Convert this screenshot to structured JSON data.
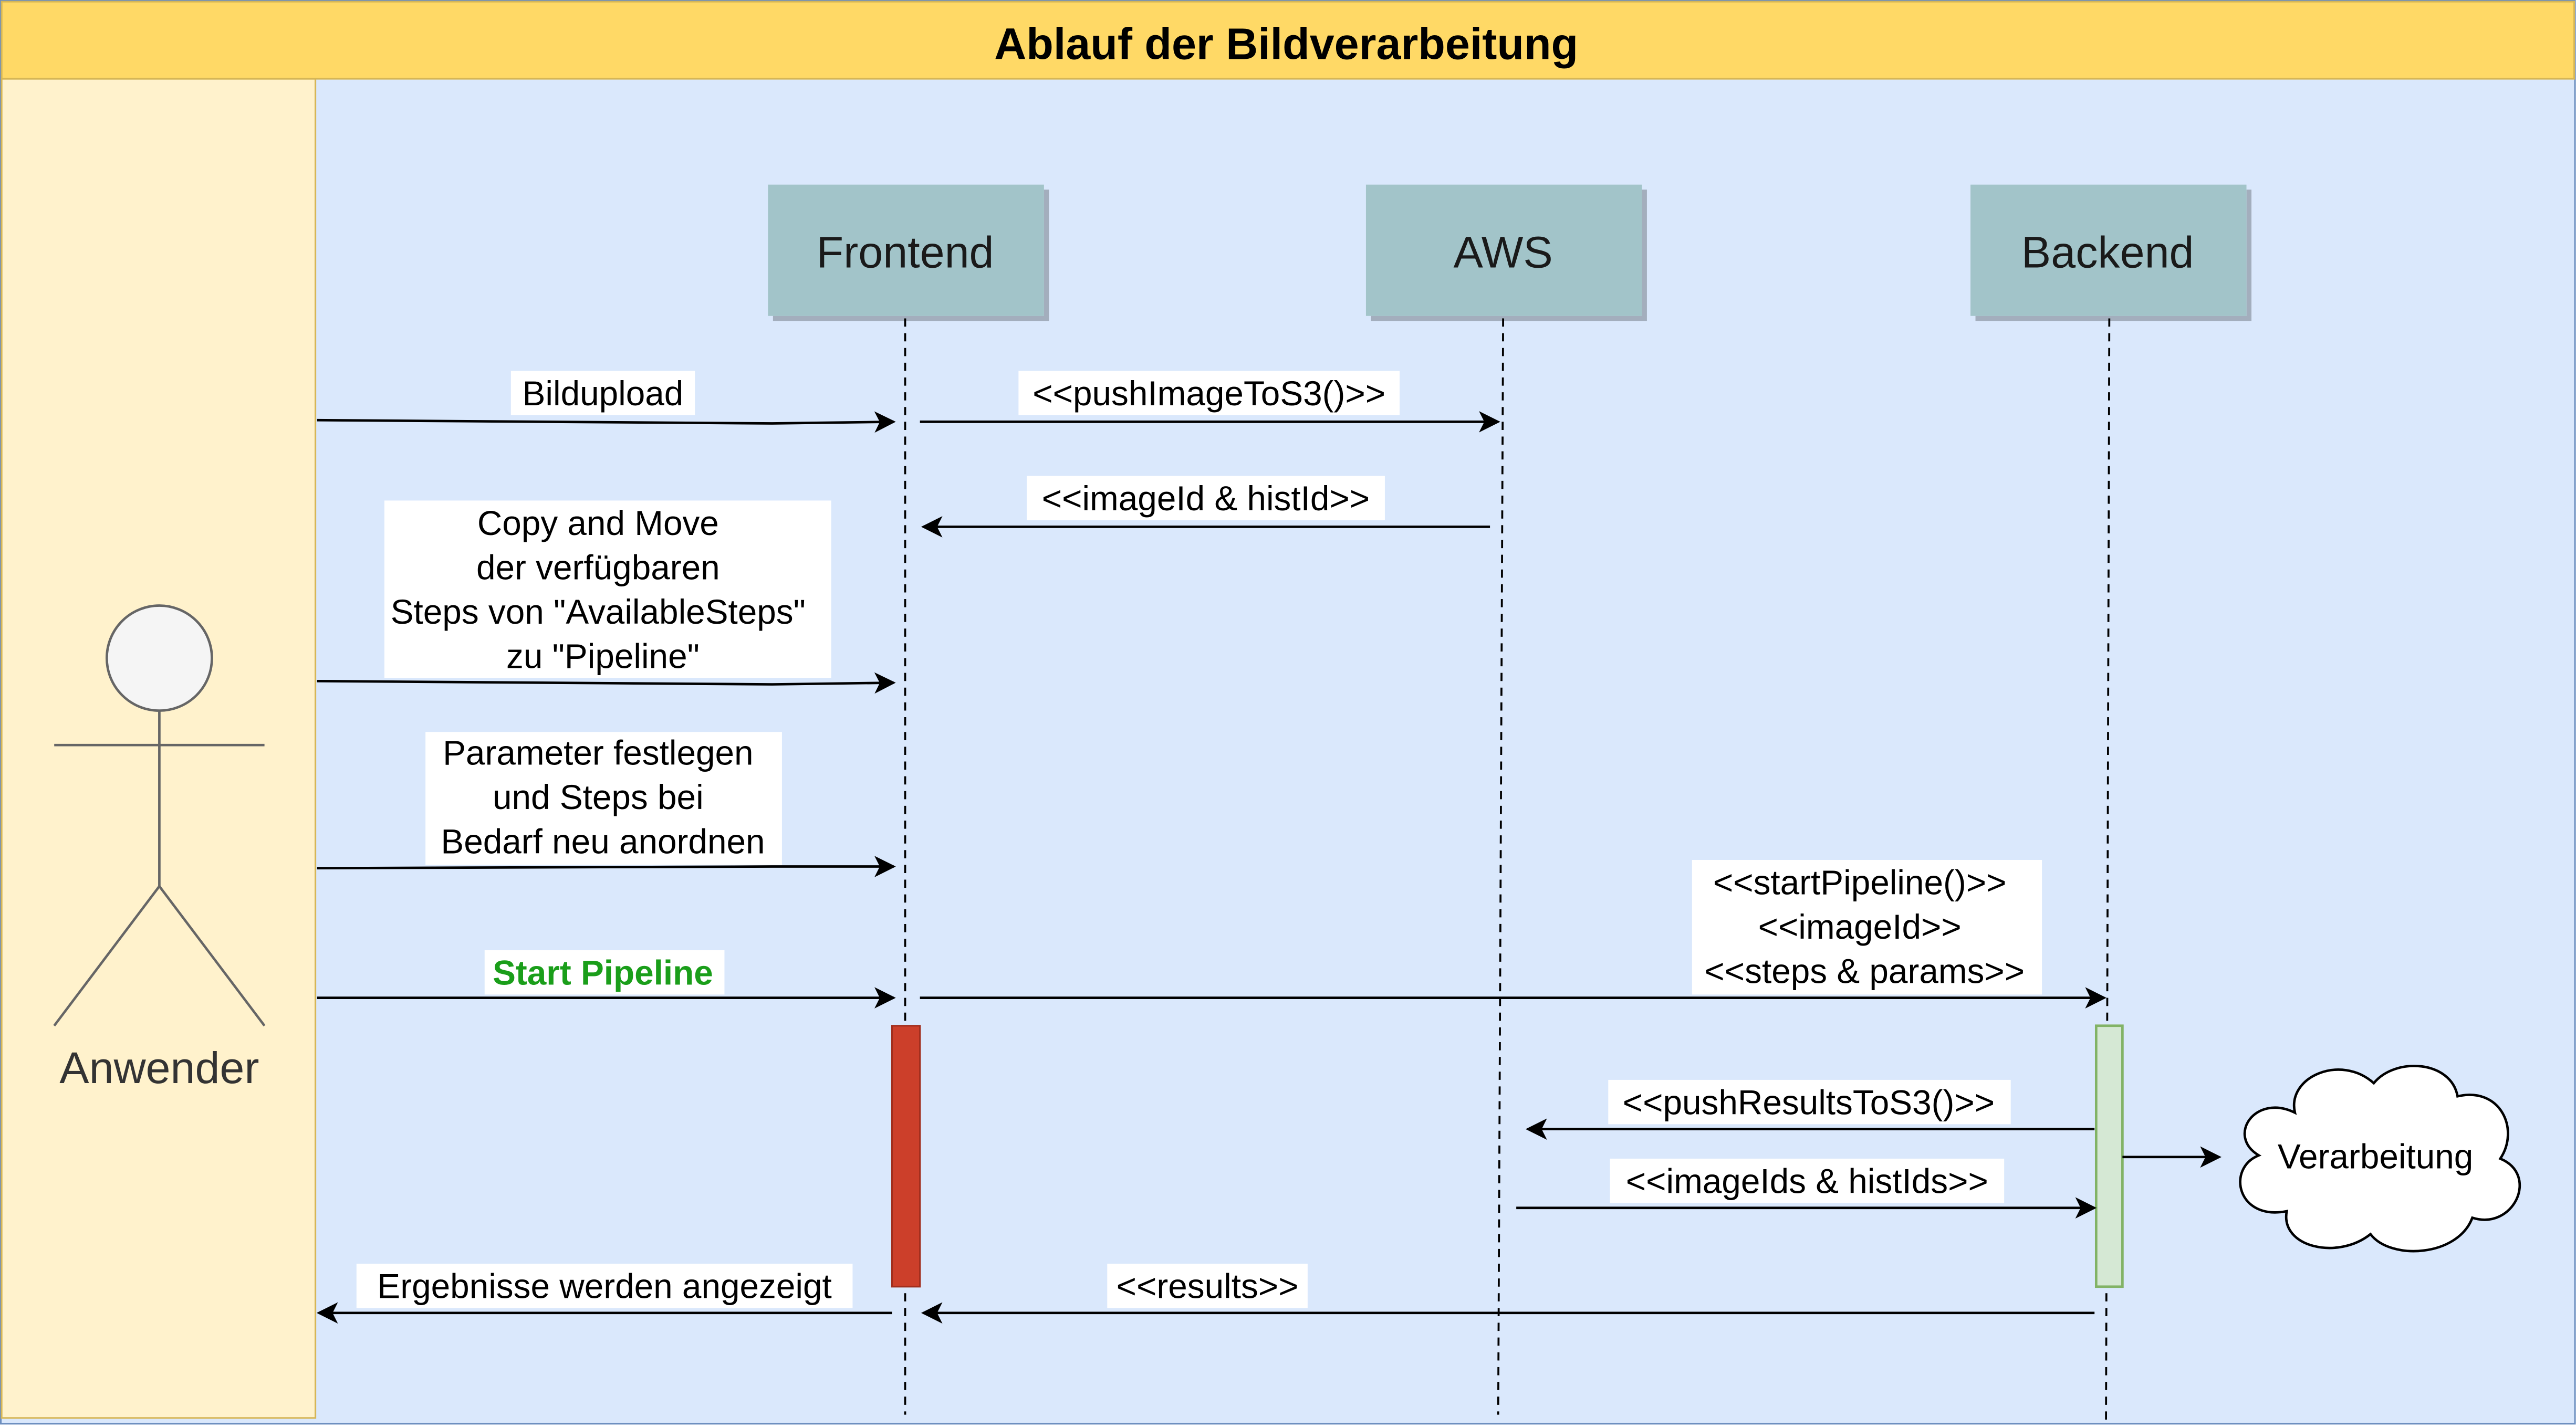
{
  "title": "Ablauf der Bildverarbeitung",
  "actor": {
    "label": "Anwender"
  },
  "participants": {
    "frontend": "Frontend",
    "aws": "AWS",
    "backend": "Backend"
  },
  "messages": {
    "bildupload": "Bildupload",
    "push_image": "<<pushImageToS3()>>",
    "image_hist_id": "<<imageId & histId>>",
    "copy_move": [
      "Copy and Move",
      "der verfügbaren",
      "Steps von \"AvailableSteps\"",
      "zu \"Pipeline\""
    ],
    "params": [
      "Parameter festlegen",
      "und Steps bei",
      "Bedarf neu anordnen"
    ],
    "start_pipeline": "Start Pipeline",
    "backend_call": [
      "<<startPipeline()>>",
      "<<imageId>>",
      "<<steps & params>>"
    ],
    "push_results": "<<pushResultsToS3()>>",
    "image_hist_ids": "<<imageIds & histIds>>",
    "results": "<<results>>",
    "ergebnisse": "Ergebnisse werden angezeigt"
  },
  "processing": {
    "label": "Verarbeitung"
  },
  "colors": {
    "title_band": "#ffd966",
    "actor_lane": "#fff2cc",
    "actor_lane_border": "#d6b656",
    "main_area": "#dae8fc",
    "participant_fill": "#a2c4c9",
    "frontend_activation": "#cc3f2a",
    "backend_activation": "#d5e8d4",
    "backend_activation_border": "#82b366",
    "start_pipeline_text": "#1a9e1a"
  }
}
